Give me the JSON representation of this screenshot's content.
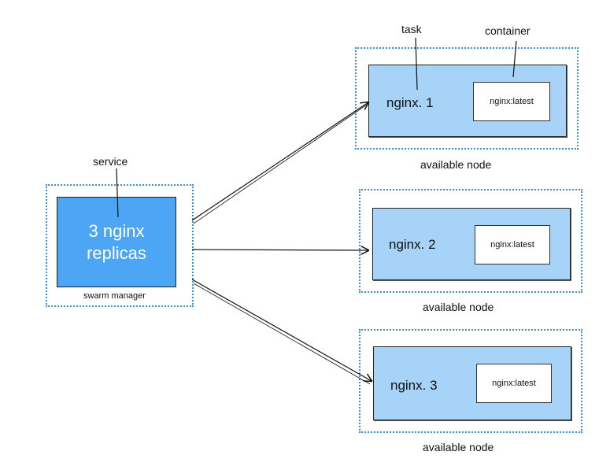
{
  "manager": {
    "service_label": "service",
    "service_line1": "3 nginx",
    "service_line2": "replicas",
    "caption": "swarm manager"
  },
  "labels": {
    "task": "task",
    "container": "container"
  },
  "nodes": [
    {
      "task": "nginx. 1",
      "container": "nginx:latest",
      "caption": "available node"
    },
    {
      "task": "nginx. 2",
      "container": "nginx:latest",
      "caption": "available node"
    },
    {
      "task": "nginx. 3",
      "container": "nginx:latest",
      "caption": "available node"
    }
  ],
  "colors": {
    "service_fill": "#4da6f5",
    "task_fill": "#a6d3f7",
    "dotted_border": "#3d8ed1"
  }
}
